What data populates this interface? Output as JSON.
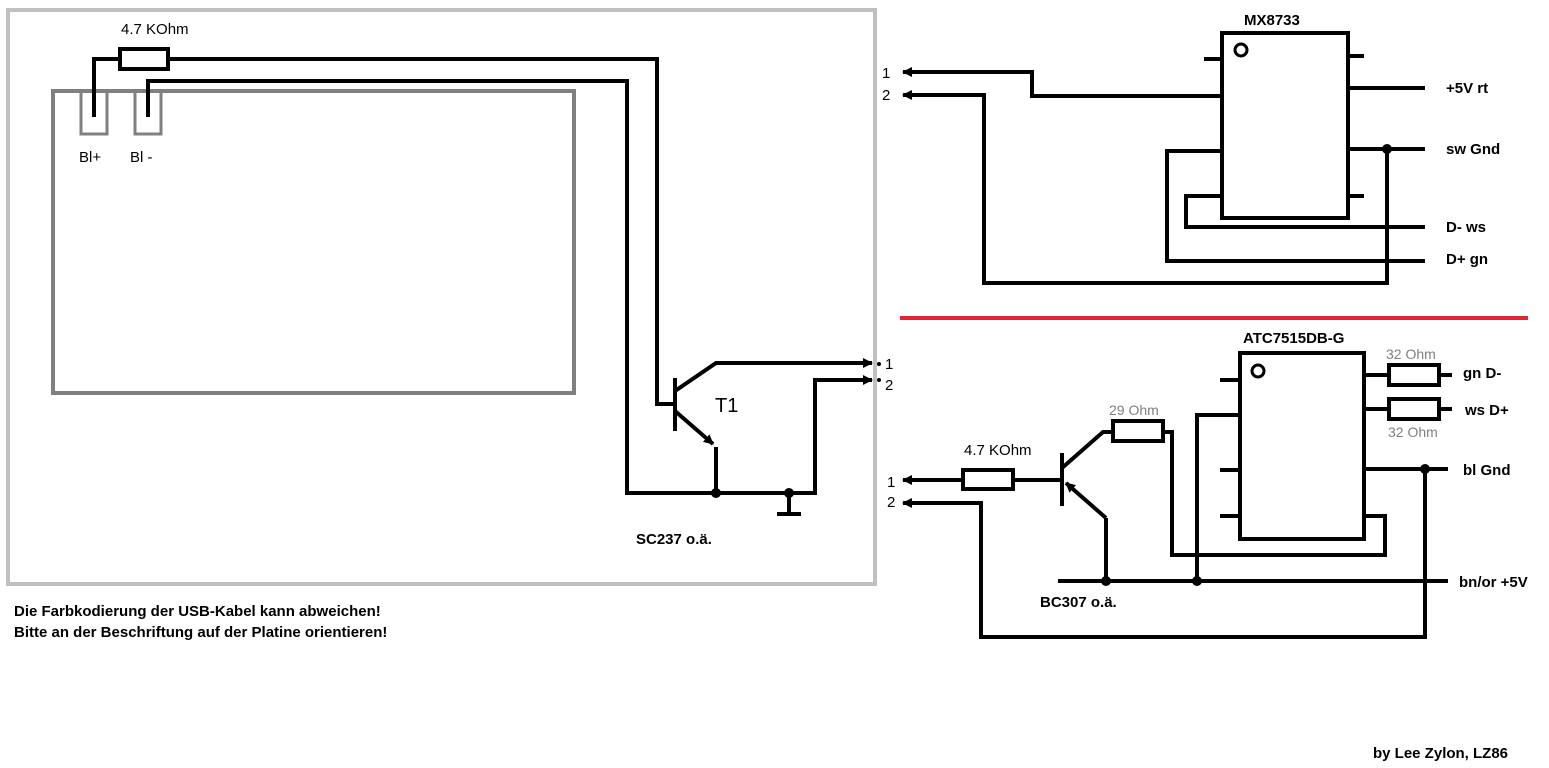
{
  "left_panel": {
    "resistor_label": "4.7 KOhm",
    "pin_bl_plus": "Bl+",
    "pin_bl_minus": "Bl -",
    "transistor_label": "T1",
    "transistor_type": "SC237  o.ä.",
    "connector_pins": [
      "1",
      "2"
    ]
  },
  "mx_circuit": {
    "ic_label": "MX8733",
    "pin_labels": [
      "+5V rt",
      "sw Gnd",
      "D- ws",
      "D+ gn"
    ],
    "connector_pins": [
      "1",
      "2"
    ]
  },
  "atc_circuit": {
    "ic_label": "ATC7515DB-G",
    "resistor_top_label": "32 Ohm",
    "resistor_bottom_label": "32 Ohm",
    "resistor_base_label": "29 Ohm",
    "resistor_input_label": "4.7 KOhm",
    "pin_labels": [
      "gn D-",
      "ws D+",
      "bl Gnd",
      "bn/or +5V"
    ],
    "transistor_type": "BC307 o.ä.",
    "connector_pins": [
      "1",
      "2"
    ]
  },
  "notes": {
    "line1": "Die Farbkodierung der USB-Kabel kann abweichen!",
    "line2": "Bitte an der Beschriftung auf der Platine orientieren!"
  },
  "author": "by Lee Zylon, LZ86",
  "colors": {
    "divider": "#e0262e",
    "frame": "#c0c0c0",
    "panel": "#808080",
    "grey_text": "#808080"
  }
}
